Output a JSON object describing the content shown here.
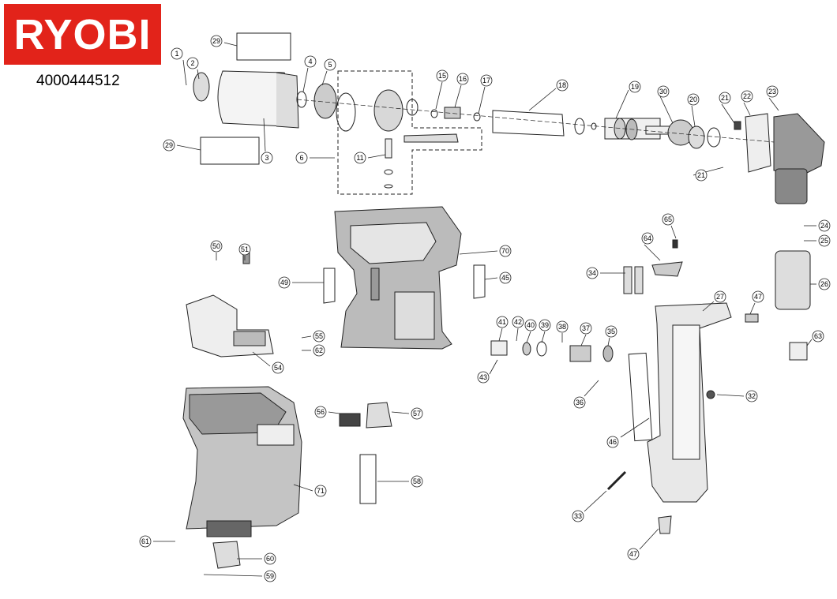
{
  "brand": {
    "name": "RYOBI",
    "color": "#e2231a"
  },
  "part_number": "4000444512",
  "callouts": [
    "1",
    "2",
    "3",
    "4",
    "5",
    "6",
    "11",
    "15",
    "16",
    "17",
    "18",
    "19",
    "30",
    "20",
    "21",
    "22",
    "23",
    "21",
    "29",
    "29",
    "70",
    "49",
    "45",
    "50",
    "51",
    "55",
    "62",
    "54",
    "65",
    "64",
    "24",
    "25",
    "26",
    "34",
    "27",
    "47",
    "63",
    "41",
    "42",
    "40",
    "39",
    "38",
    "37",
    "35",
    "43",
    "36",
    "32",
    "46",
    "56",
    "57",
    "71",
    "58",
    "61",
    "60",
    "59",
    "33",
    "47"
  ]
}
